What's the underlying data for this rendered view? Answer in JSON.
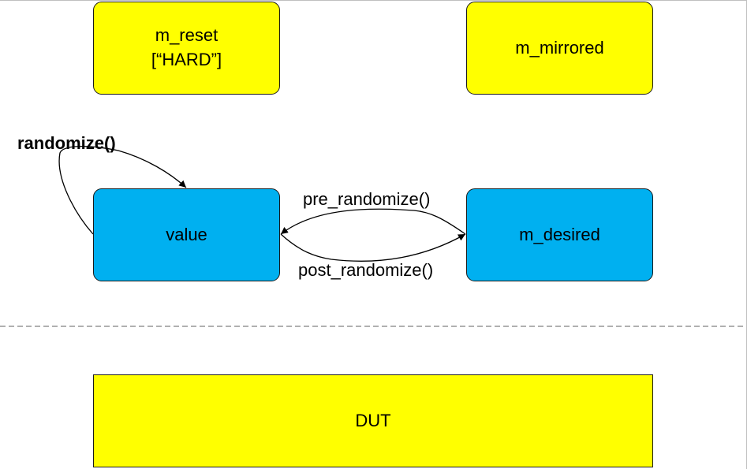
{
  "nodes": {
    "m_reset": {
      "line1": "m_reset",
      "line2": "[“HARD”]"
    },
    "m_mirrored": {
      "label": "m_mirrored"
    },
    "value": {
      "label": "value"
    },
    "m_desired": {
      "label": "m_desired"
    },
    "dut": {
      "label": "DUT"
    }
  },
  "edges": {
    "randomize": "randomize()",
    "pre_randomize": "pre_randomize()",
    "post_randomize": "post_randomize()"
  },
  "colors": {
    "yellow": "#ffff00",
    "blue": "#00b0f0",
    "stroke": "#1a1a1a",
    "divider": "#808080"
  }
}
